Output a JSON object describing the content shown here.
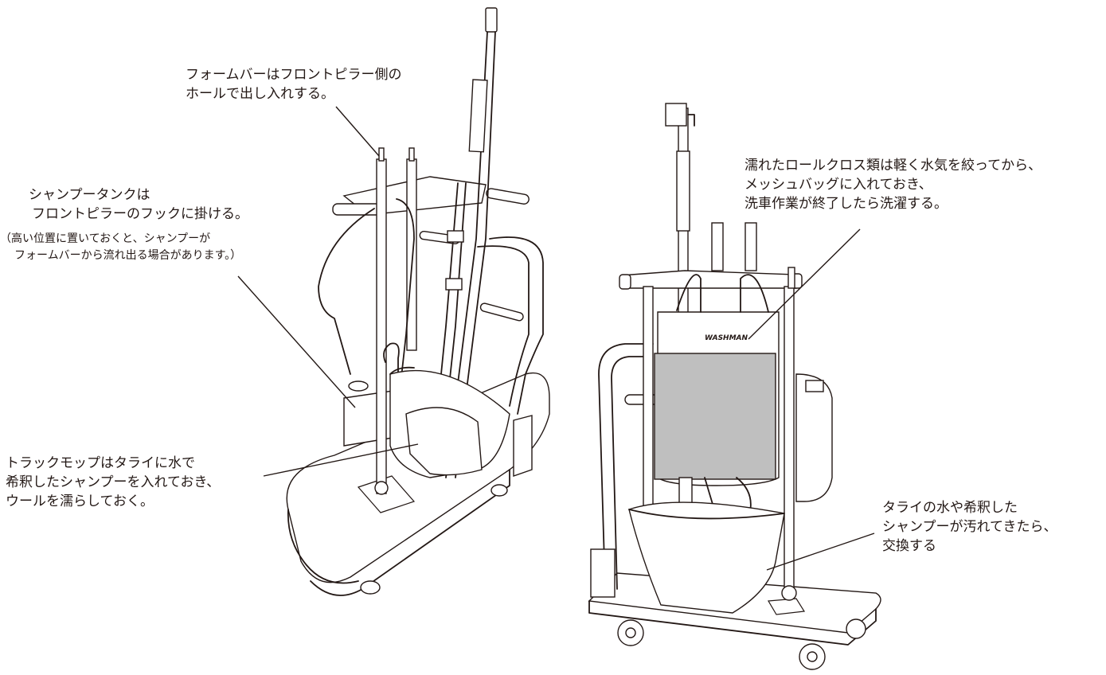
{
  "annotations": {
    "foam_bar": {
      "line1": "フォームバーはフロントピラー側の",
      "line2": "ホールで出し入れする。"
    },
    "shampoo_tank": {
      "line1": "シャンプータンクは",
      "line2": "フロントピラーのフックに掛ける。",
      "note1": "（高い位置に置いておくと、シャンプーが",
      "note2": "フォームバーから流れ出る場合があります。）"
    },
    "truck_mop": {
      "line1": "トラックモップはタライに水で",
      "line2": "希釈したシャンプーを入れておき、",
      "line3": "ウールを濡らしておく。"
    },
    "roll_cloth": {
      "line1": "濡れたロールクロス類は軽く水気を絞ってから、",
      "line2": "メッシュバッグに入れておき、",
      "line3": "洗車作業が終了したら洗濯する。"
    },
    "basin": {
      "line1": "タライの水や希釈した",
      "line2": "シャンプーが汚れてきたら、",
      "line3": "交換する"
    }
  },
  "bag_logo_text": "WASHMAN"
}
